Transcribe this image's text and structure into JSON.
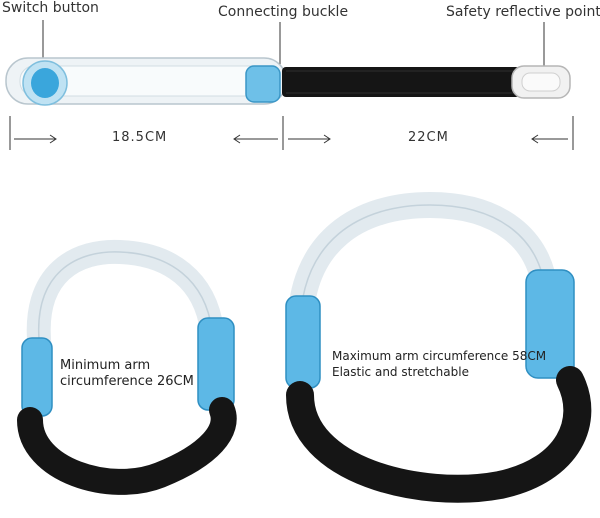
{
  "callouts": {
    "switch": "Switch button",
    "buckle": "Connecting buckle",
    "reflective": "Safety reflective points"
  },
  "dimensions": {
    "band_length": "18.5CM",
    "strap_length": "22CM"
  },
  "notes": {
    "min_line1": "Minimum arm",
    "min_line2": "circumference 26CM",
    "max_line1": "Maximum arm circumference 58CM",
    "max_line2": "Elastic and stretchable"
  },
  "colors": {
    "accent_blue": "#3aa6dc",
    "strap_black": "#151515",
    "clear_band": "#e8eef2"
  }
}
